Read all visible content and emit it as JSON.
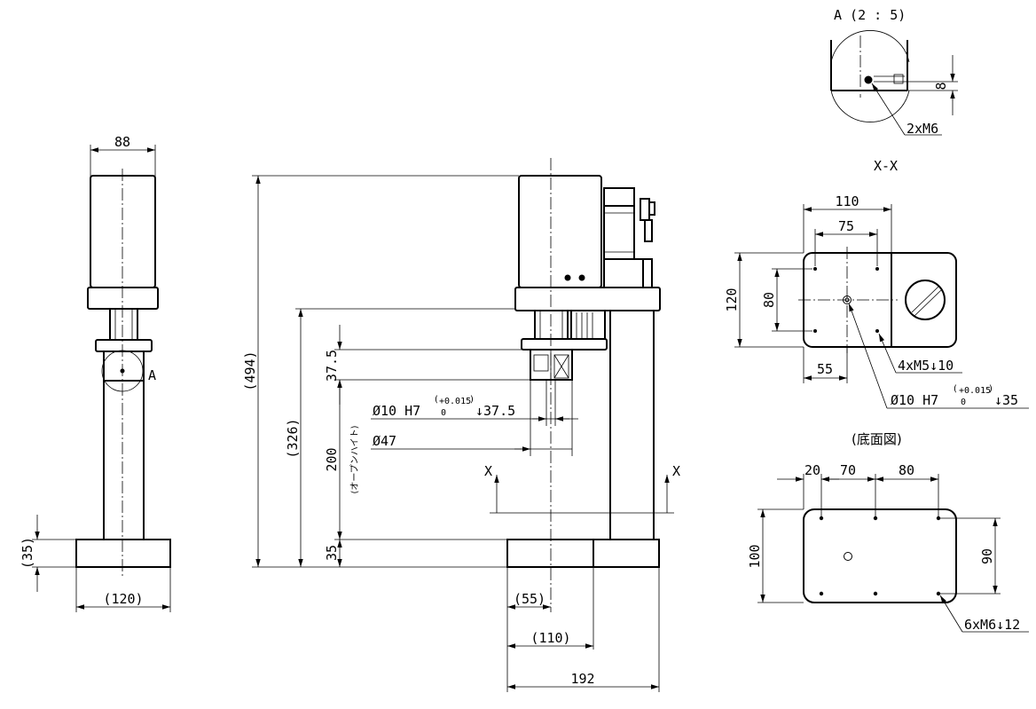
{
  "detail_a": {
    "title": "A (2 : 5)",
    "dim_height": "8",
    "label_holes": "2xM6"
  },
  "section_xx": {
    "title": "X-X",
    "dim_total_width": "110",
    "dim_hole_pitch": "75",
    "dim_total_height": "120",
    "dim_hole_height": "80",
    "dim_center_offset": "55",
    "label_mount_holes": "4xM5↓10",
    "label_center_hole": "Ø10 H7",
    "tolerance_upper": "+0.015",
    "tolerance_lower": "0",
    "label_center_depth": "↓35"
  },
  "bottom_view": {
    "title": "(底面図)",
    "dim_a": "20",
    "dim_b": "70",
    "dim_c": "80",
    "dim_height": "100",
    "dim_hole_height": "90",
    "label_holes": "6xM6↓12"
  },
  "side_view": {
    "dim_width_top": "88",
    "dim_base_height": "(35)",
    "dim_base_width": "(120)",
    "marker_a": "A"
  },
  "front_view": {
    "dim_overall_height": "(494)",
    "dim_column_height": "(326)",
    "dim_open_height": "200",
    "label_open_height": "(オープンハイト)",
    "dim_base": "35",
    "dim_tool": "37.5",
    "label_bore": "Ø10 H7",
    "tolerance_upper": "+0.015",
    "tolerance_lower": "0",
    "label_bore_depth": "↓37.5",
    "label_diameter": "Ø47",
    "section_mark_left": "X",
    "section_mark_right": "X",
    "dim_offset_55": "(55)",
    "dim_offset_110": "(110)",
    "dim_depth": "192"
  }
}
